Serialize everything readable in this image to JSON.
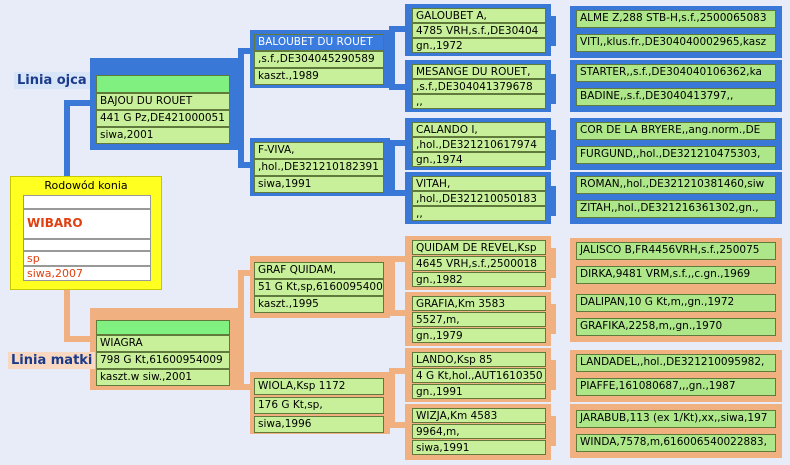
{
  "labels": {
    "sire_line": "Linia ojca",
    "dam_line": "Linia matki",
    "pedigree_title": "Rodowód konia"
  },
  "horse": {
    "name": "WIBARO",
    "sex": "sp",
    "color_year": "siwa,2007"
  },
  "sire": {
    "name": "BAJOU DU ROUET",
    "reg": "441 G Pz,DE421000051",
    "color_year": "siwa,2001"
  },
  "dam": {
    "name": "WIAGRA",
    "reg": "798 G Kt,61600954009",
    "color_year": "kaszt.w siw.,2001"
  },
  "gen2": [
    {
      "l1": "BALOUBET DU ROUET",
      "l2": ",s.f.,DE304045290589",
      "l3": "kaszt.,1989"
    },
    {
      "l1": "F-VIVA,",
      "l2": ",hol.,DE321210182391",
      "l3": "siwa,1991"
    },
    {
      "l1": "GRAF QUIDAM,",
      "l2": "51 G Kt,sp,6160095400",
      "l3": "kaszt.,1995"
    },
    {
      "l1": "WIOLA,Ksp 1172",
      "l2": "176 G Kt,sp,",
      "l3": "siwa,1996"
    }
  ],
  "gen3": [
    {
      "l1": "GALOUBET A,",
      "l2": "4785 VRH,s.f.,DE30404",
      "l3": "gn.,1972"
    },
    {
      "l1": "MESANGE DU ROUET,",
      "l2": ",s.f.,DE304041379678",
      "l3": ",,"
    },
    {
      "l1": "CALANDO I,",
      "l2": ",hol.,DE321210617974",
      "l3": "gn.,1974"
    },
    {
      "l1": "VITAH,",
      "l2": ",hol.,DE321210050183",
      "l3": ",,"
    },
    {
      "l1": "QUIDAM DE REVEL,Ksp",
      "l2": "4645 VRH,s.f.,2500018",
      "l3": "gn.,1982"
    },
    {
      "l1": "GRAFIA,Km 3583",
      "l2": "5527,m,",
      "l3": "gn.,1979"
    },
    {
      "l1": "LANDO,Ksp 85",
      "l2": "4 G Kt,hol.,AUT1610350",
      "l3": "gn.,1991"
    },
    {
      "l1": "WIZJA,Km 4583",
      "l2": "9964,m,",
      "l3": "siwa,1991"
    }
  ],
  "gen4": [
    "ALME Z,288 STB-H,s.f.,2500065083",
    "VITI,,klus.fr.,DE304040002965,kasz",
    "STARTER,,s.f.,DE304040106362,ka",
    "BADINE,,s.f.,DE3040413797,,",
    "COR DE LA BRYERE,,ang.norm.,DE",
    "FURGUND,,hol.,DE321210475303,",
    "ROMAN,,hol.,DE321210381460,siw",
    "ZITAH,,hol.,DE321216361302,gn.,",
    "JALISCO B,FR4456VRH,s.f.,250075",
    "DIRKA,9481 VRM,s.f.,,c.gn.,1969",
    "DALIPAN,10 G Kt,m,,gn.,1972",
    "GRAFIKA,2258,m,,gn.,1970",
    "LANDADEL,,hol.,DE321210095982,",
    "PIAFFE,161080687,,,gn.,1987",
    "JARABUB,113  (ex 1/Kt),xx,,siwa,197",
    "WINDA,7578,m,616006540022883,"
  ]
}
